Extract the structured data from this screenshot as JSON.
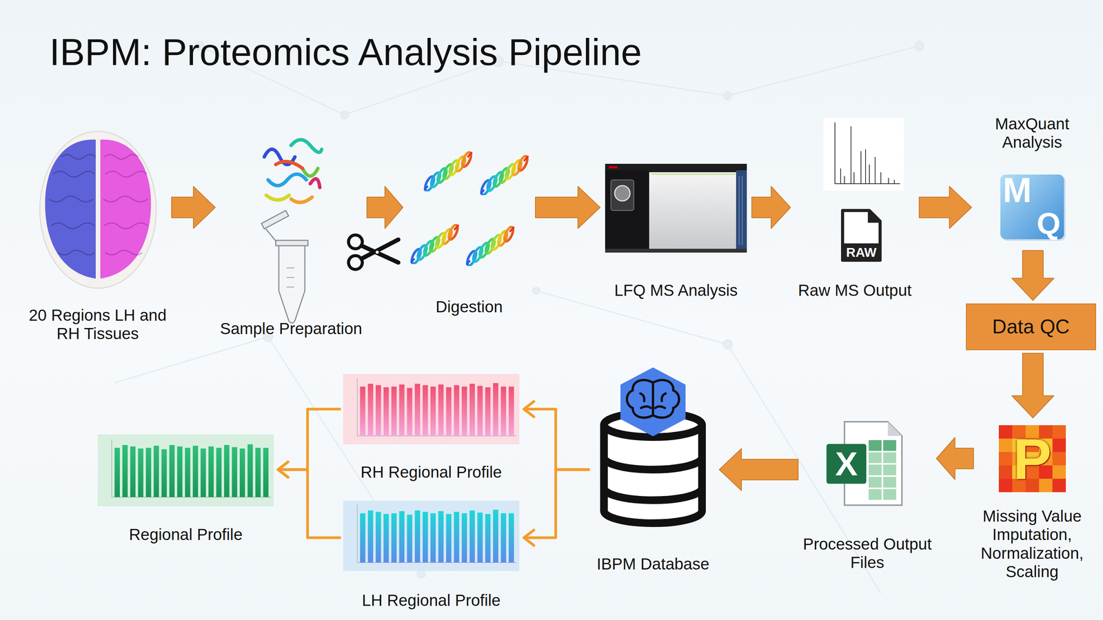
{
  "diagram": {
    "title": "IBPM: Proteomics Analysis Pipeline",
    "nodes": [
      {
        "text": [
          "20 Regions LH and RH Tissues"
        ]
      },
      {
        "text": [
          "Sample Preparation"
        ]
      },
      {
        "text": [
          "Digestion"
        ]
      },
      {
        "text": [
          "LFQ MS Analysis"
        ]
      },
      {
        "text": [
          "Raw MS Output"
        ]
      },
      {
        "text": [
          "MaxQuant Analysis"
        ]
      },
      {
        "text": [
          "Data QC"
        ]
      },
      {
        "text": [
          "Missing Value Imputation, Normalization, Scaling"
        ]
      },
      {
        "text": [
          "Processed Output Files"
        ]
      },
      {
        "text": [
          "IBPM Database"
        ]
      },
      {
        "text": [
          "RH Regional Profile"
        ]
      },
      {
        "text": [
          "LH Regional Profile"
        ]
      },
      {
        "text": [
          "Regional Profile"
        ]
      }
    ],
    "edges": [
      {
        "from": 0,
        "to": 1,
        "arrow": "to"
      },
      {
        "from": 1,
        "to": 2,
        "arrow": "to"
      },
      {
        "from": 2,
        "to": 3,
        "arrow": "to"
      },
      {
        "from": 3,
        "to": 4,
        "arrow": "to"
      },
      {
        "from": 4,
        "to": 5,
        "arrow": "to"
      },
      {
        "from": 5,
        "to": 6,
        "arrow": "to"
      },
      {
        "from": 6,
        "to": 7,
        "arrow": "to"
      },
      {
        "from": 7,
        "to": 8,
        "arrow": "to"
      },
      {
        "from": 8,
        "to": 9,
        "arrow": "to"
      },
      {
        "from": 9,
        "to": 10,
        "arrow": "to"
      },
      {
        "from": 9,
        "to": 11,
        "arrow": "to"
      },
      {
        "from": 10,
        "to": 12,
        "arrow": "to"
      },
      {
        "from": 11,
        "to": 12,
        "arrow": "to"
      }
    ],
    "labels": [
      "RAW",
      "M",
      "Q",
      "X",
      "P"
    ]
  }
}
